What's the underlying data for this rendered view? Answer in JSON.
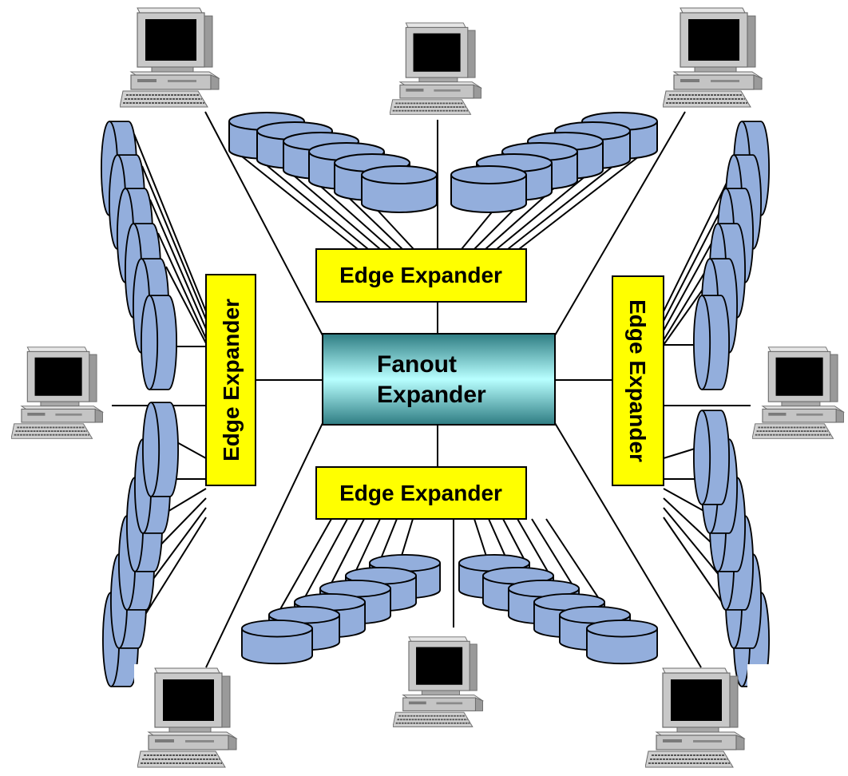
{
  "diagram": {
    "fanout": {
      "line1": "Fanout",
      "line2": "Expander"
    },
    "edge_expanders": [
      {
        "label": "Edge Expander"
      },
      {
        "label": "Edge Expander"
      },
      {
        "label": "Edge Expander"
      },
      {
        "label": "Edge Expander"
      }
    ],
    "icons": {
      "host": "desktop-computer-icon",
      "drive": "disk-drive-icon"
    },
    "colors": {
      "edge_expander_fill": "#FFFF00",
      "fanout_fill_center": "#B8FFFF",
      "fanout_fill_edge": "#2E7C82",
      "drive_fill": "#93AEDC",
      "computer_body": "#BDBDBD",
      "screen": "#000000",
      "link": "#000000"
    }
  }
}
